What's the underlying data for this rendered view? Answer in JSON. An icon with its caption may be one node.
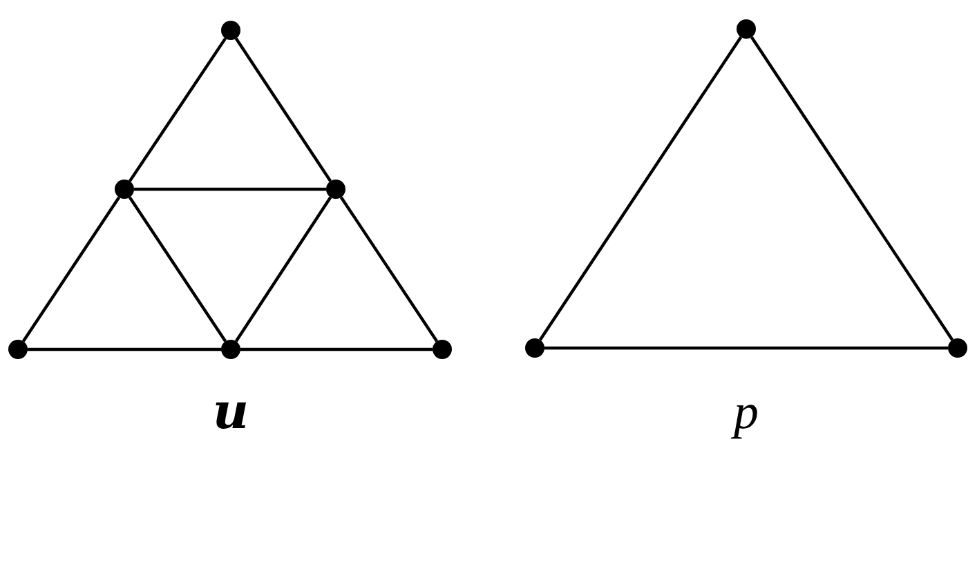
{
  "diagram": {
    "nodes": [
      {
        "text": [],
        "shape": "circle"
      },
      {
        "text": [],
        "shape": "circle"
      },
      {
        "text": [],
        "shape": "circle"
      },
      {
        "text": [],
        "shape": "circle"
      },
      {
        "text": [],
        "shape": "circle"
      },
      {
        "text": [],
        "shape": "circle"
      },
      {
        "text": [],
        "shape": "circle"
      },
      {
        "text": [],
        "shape": "circle"
      },
      {
        "text": [],
        "shape": "circle"
      }
    ],
    "edges": [
      {
        "from": 0,
        "to": 1,
        "arrow": "none"
      },
      {
        "from": 0,
        "to": 2,
        "arrow": "none"
      },
      {
        "from": 1,
        "to": 2,
        "arrow": "none"
      },
      {
        "from": 1,
        "to": 3,
        "arrow": "none"
      },
      {
        "from": 1,
        "to": 4,
        "arrow": "none"
      },
      {
        "from": 2,
        "to": 4,
        "arrow": "none"
      },
      {
        "from": 2,
        "to": 5,
        "arrow": "none"
      },
      {
        "from": 3,
        "to": 4,
        "arrow": "none"
      },
      {
        "from": 4,
        "to": 5,
        "arrow": "none"
      },
      {
        "from": 6,
        "to": 7,
        "arrow": "none"
      },
      {
        "from": 6,
        "to": 8,
        "arrow": "none"
      },
      {
        "from": 7,
        "to": 8,
        "arrow": "none"
      }
    ],
    "labels": [
      "u",
      "p"
    ]
  }
}
